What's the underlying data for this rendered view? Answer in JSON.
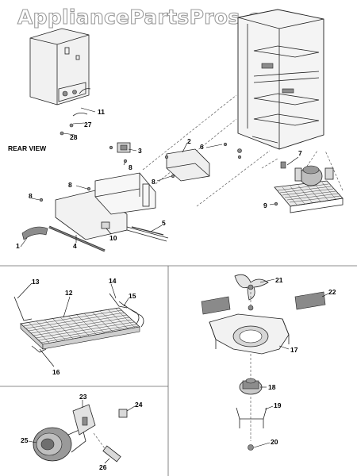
{
  "watermark": "AppliancePartsPros.com",
  "rear_view_label": "REAR VIEW",
  "callouts": {
    "c1": "1",
    "c2": "2",
    "c3": "3",
    "c4": "4",
    "c5": "5",
    "c6": "6",
    "c7": "7",
    "c8a": "8",
    "c8b": "8",
    "c8c": "8",
    "c8d": "8",
    "c9": "9",
    "c10": "10",
    "c11": "11",
    "c12": "12",
    "c13": "13",
    "c14": "14",
    "c15": "15",
    "c16": "16",
    "c17": "17",
    "c18": "18",
    "c19": "19",
    "c20": "20",
    "c21": "21",
    "c22": "22",
    "c23": "23",
    "c24": "24",
    "c25": "25",
    "c26": "26",
    "c27": "27",
    "c28": "28"
  }
}
